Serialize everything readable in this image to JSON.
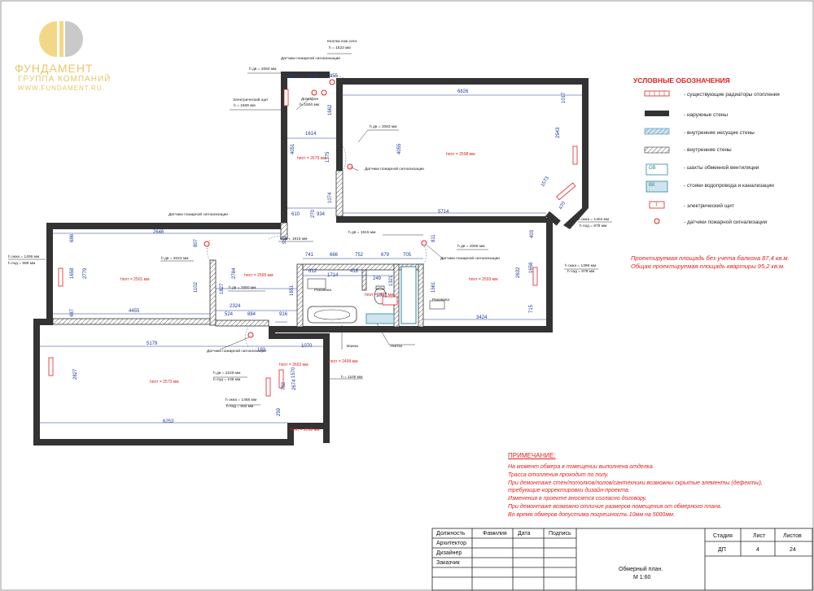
{
  "logo": {
    "name": "ФУНДАМЕНТ",
    "subtitle": "ГРУППА КОМПАНИЙ",
    "url": "WWW.FUNDAMENT.RU"
  },
  "legend": {
    "title": "УСЛОВНЫЕ ОБОЗНАЧЕНИЯ",
    "items": [
      "- существующие радиаторы отопления",
      "- наружные стены",
      "- внутренние несущие стены",
      "- внутренние стены",
      "- шахты обменной вентиляции",
      "- стояки водопровода и канализации",
      "- электрический щит",
      "- датчики пожарной сигнализации"
    ],
    "symbol_labels": {
      "vent": "ОВ",
      "water": "ВК",
      "panel": "1"
    }
  },
  "area": {
    "line1": "Проектируемая площадь без учета балкона 87,4 кв.м.",
    "line2": "Общая проектируемая площадь квартиры 95,2 кв.м."
  },
  "notes": {
    "title": "ПРИМЕЧАНИЕ:",
    "lines": [
      "На момент обмера в помещении выполнена отделка.",
      "Трасса отопления проходит по полу.",
      "При демонтаже стен/потолков/полов/сантехники возможны скрытые элементы (дефекты),",
      "требующие корректировки дизайн-проекта.",
      "Изменения в проекте вносятся согласно договору.",
      "При демонтаже возможно отличие размеров помещения от обмерного плана.",
      "Во время обмеров допустима погрешность 10мм на 5000мм."
    ]
  },
  "title_block": {
    "headers": [
      "Должность",
      "Фамилия",
      "Дата",
      "Подпись"
    ],
    "roles": [
      "Архитектор",
      "Дизайнер",
      "Заказчик"
    ],
    "stage_headers": [
      "Стадия",
      "Лист",
      "Листов"
    ],
    "stage_values": [
      "ДП",
      "4",
      "24"
    ],
    "drawing_title": "Обмерный план.",
    "scale": "М 1:60"
  },
  "plan": {
    "dims_blue": [
      {
        "t": "6826"
      },
      {
        "t": "1017"
      },
      {
        "t": "2943"
      },
      {
        "t": "1573"
      },
      {
        "t": "470"
      },
      {
        "t": "5714"
      },
      {
        "t": "4055"
      },
      {
        "t": "1614"
      },
      {
        "t": "4051"
      },
      {
        "t": "1375"
      },
      {
        "t": "1074"
      },
      {
        "t": "610"
      },
      {
        "t": "934"
      },
      {
        "t": "270"
      },
      {
        "t": "2646"
      },
      {
        "t": "933"
      },
      {
        "t": "741"
      },
      {
        "t": "666"
      },
      {
        "t": "752"
      },
      {
        "t": "679"
      },
      {
        "t": "705"
      },
      {
        "t": "612"
      },
      {
        "t": "1714"
      },
      {
        "t": "416"
      },
      {
        "t": "249"
      },
      {
        "t": "1007"
      },
      {
        "t": "1321"
      },
      {
        "t": "2324"
      },
      {
        "t": "524"
      },
      {
        "t": "884"
      },
      {
        "t": "916"
      },
      {
        "t": "1827"
      },
      {
        "t": "2784"
      },
      {
        "t": "1651"
      },
      {
        "t": "1102"
      },
      {
        "t": "4455"
      },
      {
        "t": "2779"
      },
      {
        "t": "1658"
      },
      {
        "t": "686"
      },
      {
        "t": "487"
      },
      {
        "t": "5179"
      },
      {
        "t": "2827"
      },
      {
        "t": "6253"
      },
      {
        "t": "1070"
      },
      {
        "t": "1570"
      },
      {
        "t": "2674"
      },
      {
        "t": "782"
      },
      {
        "t": "259"
      },
      {
        "t": "3424"
      },
      {
        "t": "1561"
      },
      {
        "t": "2632"
      },
      {
        "t": "1658"
      },
      {
        "t": "403"
      },
      {
        "t": "715"
      },
      {
        "t": "811"
      },
      {
        "t": "807"
      },
      {
        "t": "193"
      },
      {
        "t": "849"
      },
      {
        "t": "916"
      },
      {
        "t": "855"
      },
      {
        "t": "1662"
      }
    ],
    "heights_red": [
      {
        "t": "hпот = 2679 мм"
      },
      {
        "t": "hпот = 2598 мм"
      },
      {
        "t": "hпот = 2501 мм"
      },
      {
        "t": "hпот = 2565 мм"
      },
      {
        "t": "hпот = 2437 мм"
      },
      {
        "t": "hпот = 2593 мм"
      },
      {
        "t": "hпот = 2573 мм"
      },
      {
        "t": "hпот = 2663 мм"
      },
      {
        "t": "hпот = 2318 мм"
      },
      {
        "t": "hпот = 2499 мм"
      }
    ],
    "annotations": [
      {
        "t": "Кнопка пож.сигн."
      },
      {
        "t": "h = 1523 мм"
      },
      {
        "t": "Датчики пожарной сигнализации"
      },
      {
        "t": "h дв = 2050 мм"
      },
      {
        "t": "Домофон"
      },
      {
        "t": "h=1500 мм"
      },
      {
        "t": "Электрический щит"
      },
      {
        "t": "h = 1669 мм"
      },
      {
        "t": "h дв = 2083 мм"
      },
      {
        "t": "Датчики пожарной сигнализации"
      },
      {
        "t": "h окна = 1404 мм"
      },
      {
        "t": "h под = 878 мм"
      },
      {
        "t": "h дв = 1915 мм"
      },
      {
        "t": "h дв = 1915 мм"
      },
      {
        "t": "h дв = 2065 мм"
      },
      {
        "t": "Датчики пожарной сигнализации"
      },
      {
        "t": "h окна = 1399 мм"
      },
      {
        "t": "h под = 878 мм"
      },
      {
        "t": "h окна = 1406 мм"
      },
      {
        "t": "h под = 889 мм"
      },
      {
        "t": "h дв = 2043 мм"
      },
      {
        "t": "Датчики пожарной сигнализации"
      },
      {
        "t": "h дв = 2060 мм"
      },
      {
        "t": "Раковина"
      },
      {
        "t": "Раковина"
      },
      {
        "t": "Ванна"
      },
      {
        "t": "Унитаз"
      },
      {
        "t": "Датчики пожарной сигнализации"
      },
      {
        "t": "h = 1100 мм"
      },
      {
        "t": "h дв = 2229 мм"
      },
      {
        "t": "h под = 105 мм"
      },
      {
        "t": "h окна = 1468 мм"
      },
      {
        "t": "h под = 892 мм"
      }
    ]
  }
}
